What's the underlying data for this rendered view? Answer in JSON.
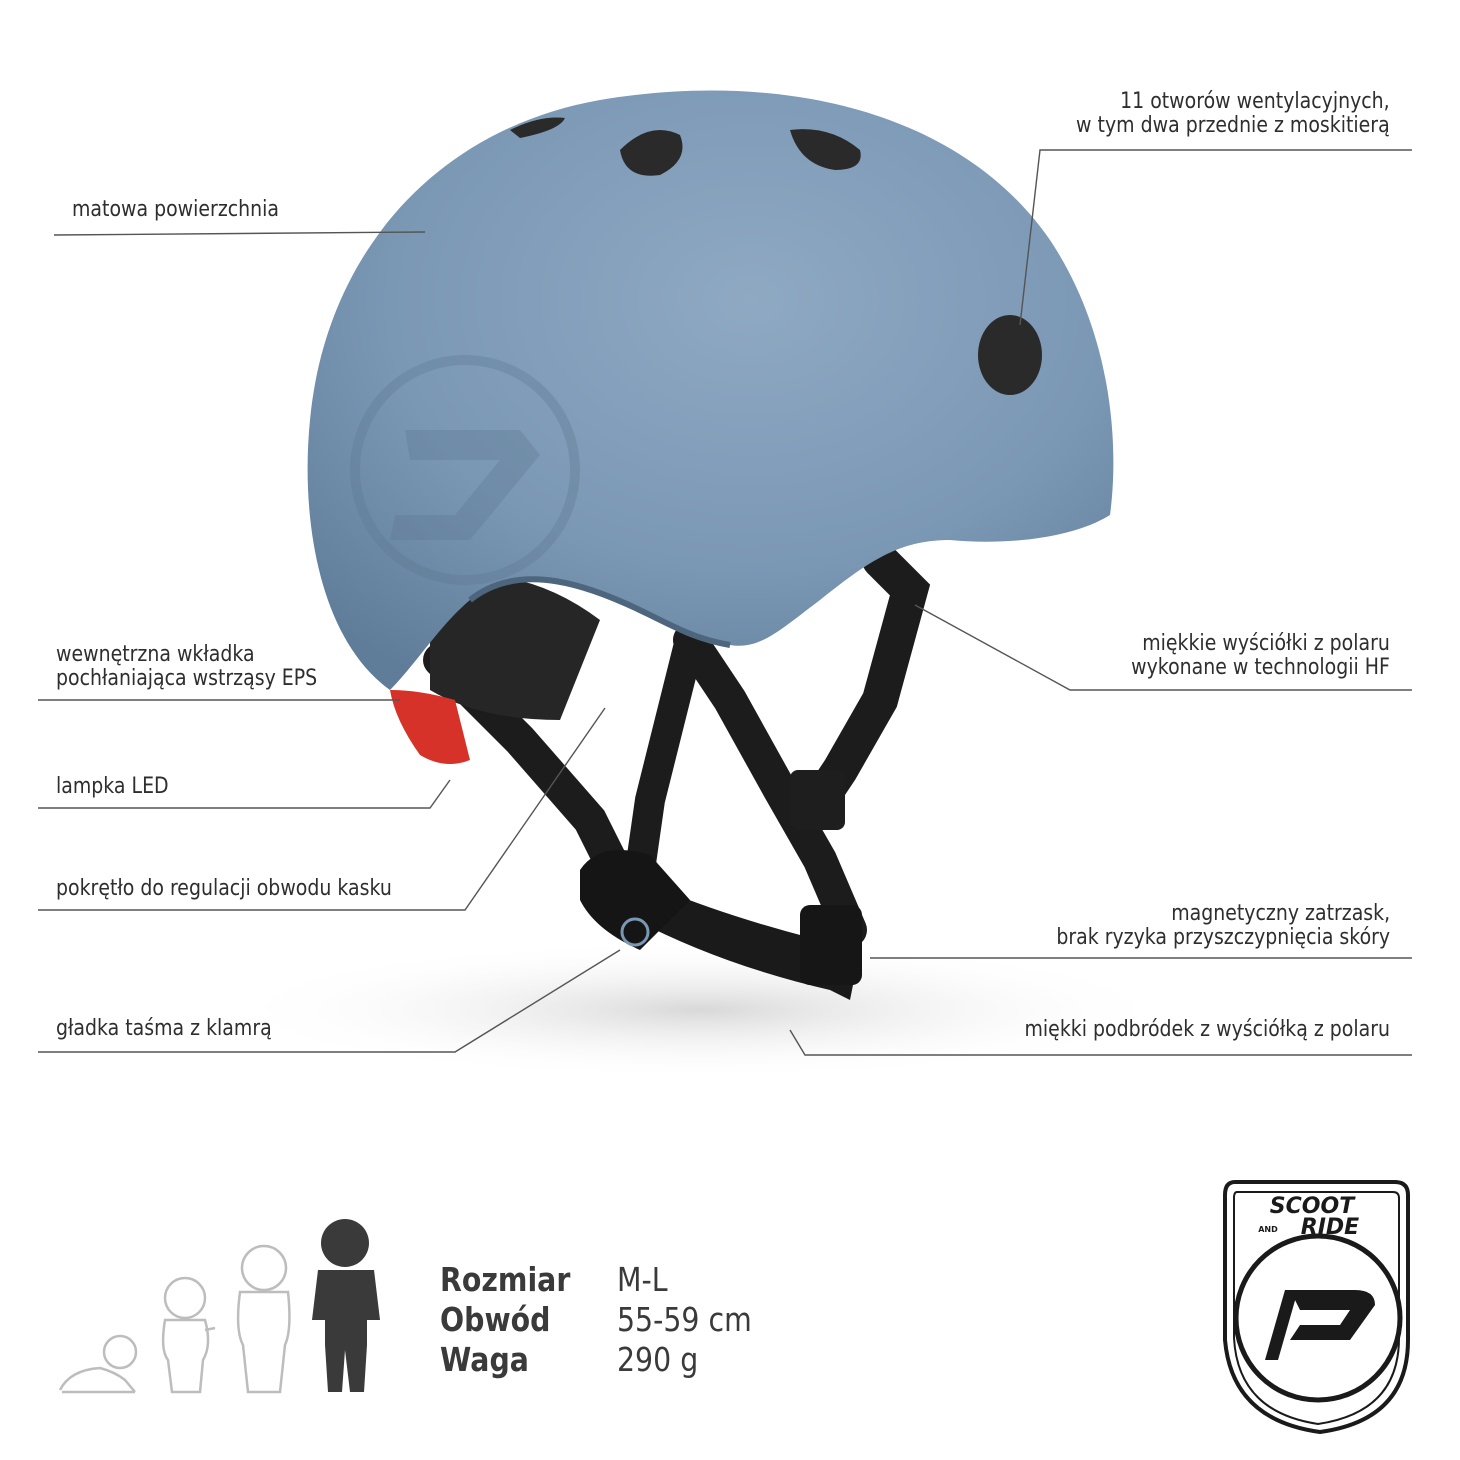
{
  "colors": {
    "helmet": "#7a97b4",
    "helmet_shade": "#5f7c99",
    "strap": "#1c1c1c",
    "led": "#d6322a",
    "leader_line": "#555555",
    "text": "#2e2e2e"
  },
  "callouts_left": [
    {
      "lines": [
        "matowa powierzchnia"
      ]
    },
    {
      "lines": [
        "wewnętrzna wkładka",
        "pochłaniająca wstrząsy EPS"
      ]
    },
    {
      "lines": [
        "lampka LED"
      ]
    },
    {
      "lines": [
        "pokrętło do regulacji obwodu kasku"
      ]
    },
    {
      "lines": [
        "gładka taśma z klamrą"
      ]
    }
  ],
  "callouts_right": [
    {
      "lines": [
        "11 otworów wentylacyjnych,",
        "w tym dwa przednie z moskitierą"
      ]
    },
    {
      "lines": [
        "miękkie wyściółki z polaru",
        "wykonane w technologii HF"
      ]
    },
    {
      "lines": [
        "magnetyczny zatrzask,",
        "brak  ryzyka przyszczypnięcia skóry"
      ]
    },
    {
      "lines": [
        "miękki podbródek z wyściółką z polaru"
      ]
    }
  ],
  "specs": [
    {
      "key": "Rozmiar",
      "value": "M-L"
    },
    {
      "key": "Obwód",
      "value": "55-59 cm"
    },
    {
      "key": "Waga",
      "value": "290 g"
    }
  ],
  "size_figures": {
    "icons": [
      "crawling-baby-icon",
      "toddler-icon",
      "child-icon",
      "kid-icon"
    ],
    "highlighted_index": 3
  },
  "brand": {
    "logo_text_top": "SCOOT",
    "logo_text_mid": "AND",
    "logo_text_bottom": "RIDE",
    "icon": "scoot-and-ride-logo-icon"
  }
}
